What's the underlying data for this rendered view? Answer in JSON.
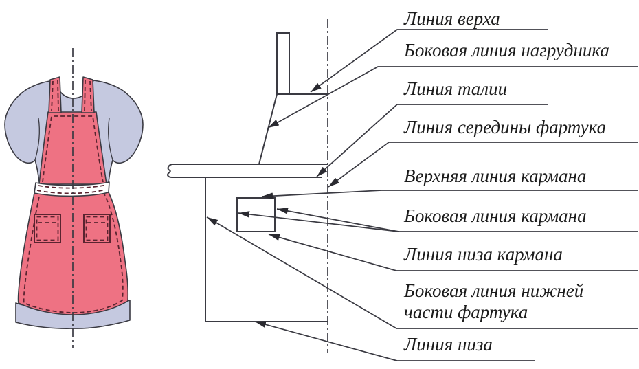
{
  "figure": {
    "type": "apron-pattern-diagram",
    "labels": [
      "Линия верха",
      "Боковая линия нагрудника",
      "Линия талии",
      "Линия середины фартука",
      "Верхняя линия кармана",
      "Боковая линия кармана",
      "Линия низа кармана",
      "Боковая линия нижней части фартука",
      "Линия низа"
    ],
    "colors": {
      "apron": "#ee7283",
      "garment": "#c5c9e0",
      "band": "#ffffff",
      "outline": "#3a3a42",
      "stitch": "#5a2430",
      "label_text": "#1c1c1c"
    }
  }
}
